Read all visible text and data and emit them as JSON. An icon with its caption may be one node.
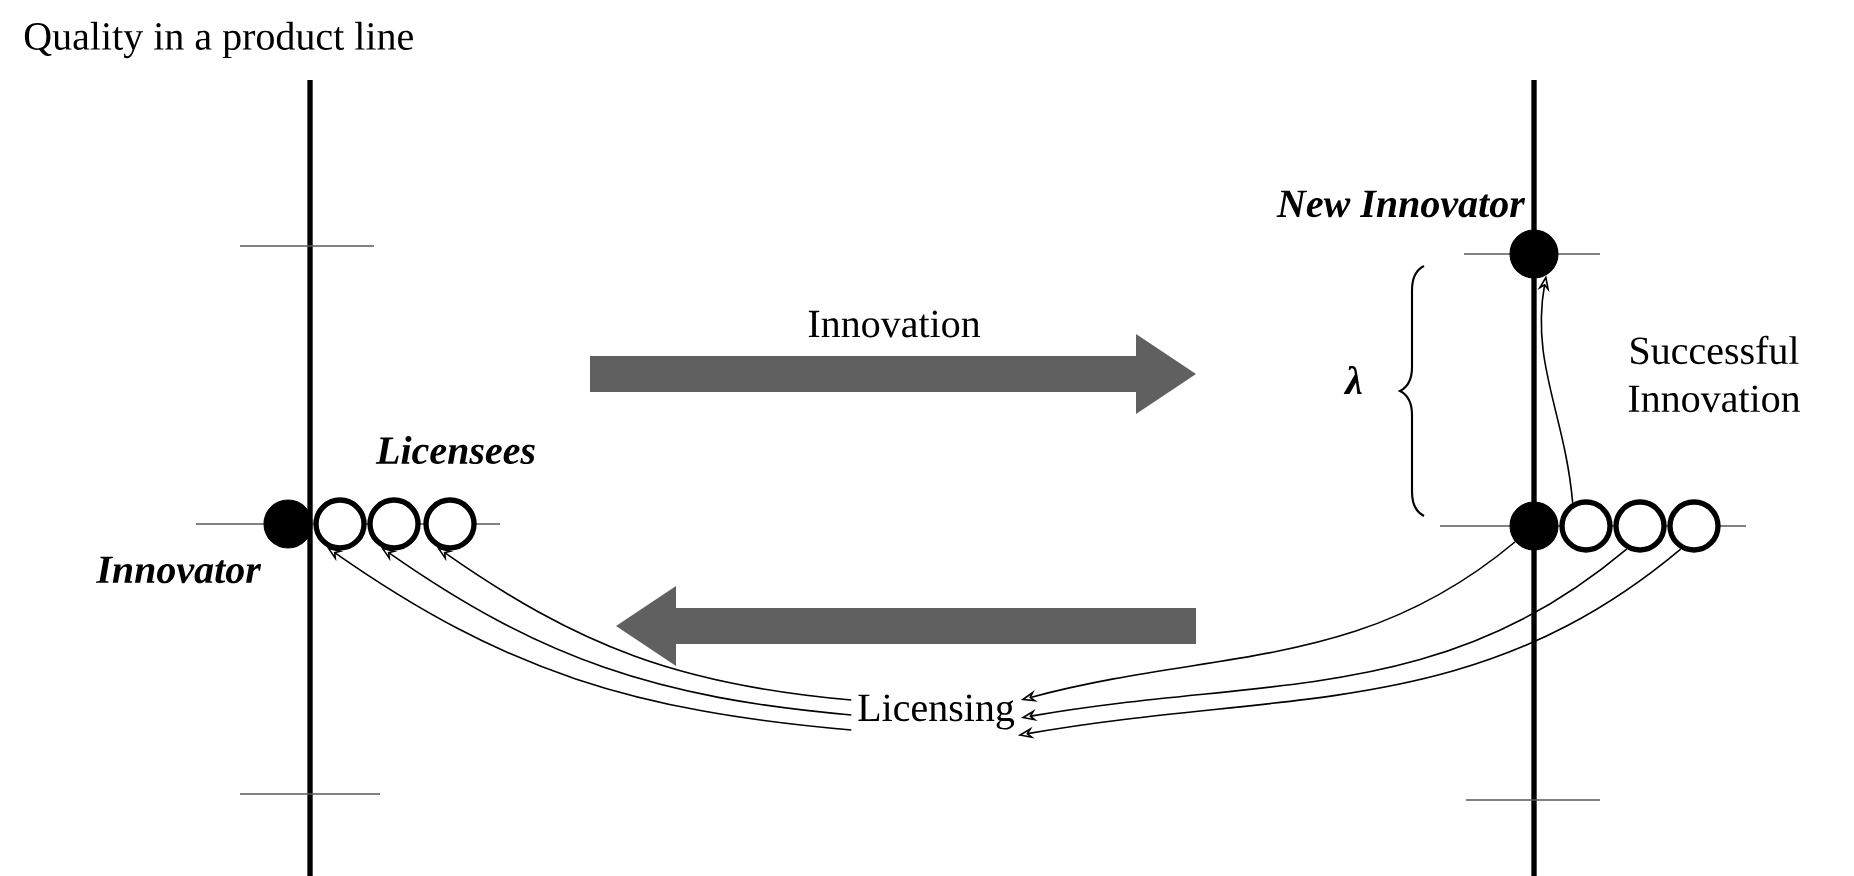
{
  "diagram": {
    "nodes": [
      {
        "text": [],
        "shape": "dot",
        "beside": [
          "Innovator"
        ]
      },
      {
        "text": [],
        "shape": "circle"
      },
      {
        "text": [],
        "shape": "circle"
      },
      {
        "text": [],
        "shape": "circle"
      },
      {
        "text": [],
        "shape": "dot",
        "beside": [
          "New Innovator"
        ]
      },
      {
        "text": [],
        "shape": "dot"
      },
      {
        "text": [],
        "shape": "circle"
      },
      {
        "text": [],
        "shape": "circle"
      },
      {
        "text": [],
        "shape": "circle"
      },
      {
        "text": [
          "Licensing"
        ]
      }
    ],
    "edges": [
      {
        "from": 6,
        "to": 4,
        "arrow": "to",
        "label": "Successful Innovation"
      },
      {
        "from": 5,
        "to": 9,
        "arrow": "to"
      },
      {
        "from": 7,
        "to": 9,
        "arrow": "to"
      },
      {
        "from": 8,
        "to": 9,
        "arrow": "to"
      },
      {
        "from": 9,
        "to": 3,
        "arrow": "to"
      },
      {
        "from": 9,
        "to": 2,
        "arrow": "to"
      },
      {
        "from": 9,
        "to": 1,
        "arrow": "to"
      }
    ],
    "labels": [
      "Quality in a product line",
      "Innovation",
      "λ",
      "Licensees"
    ]
  }
}
